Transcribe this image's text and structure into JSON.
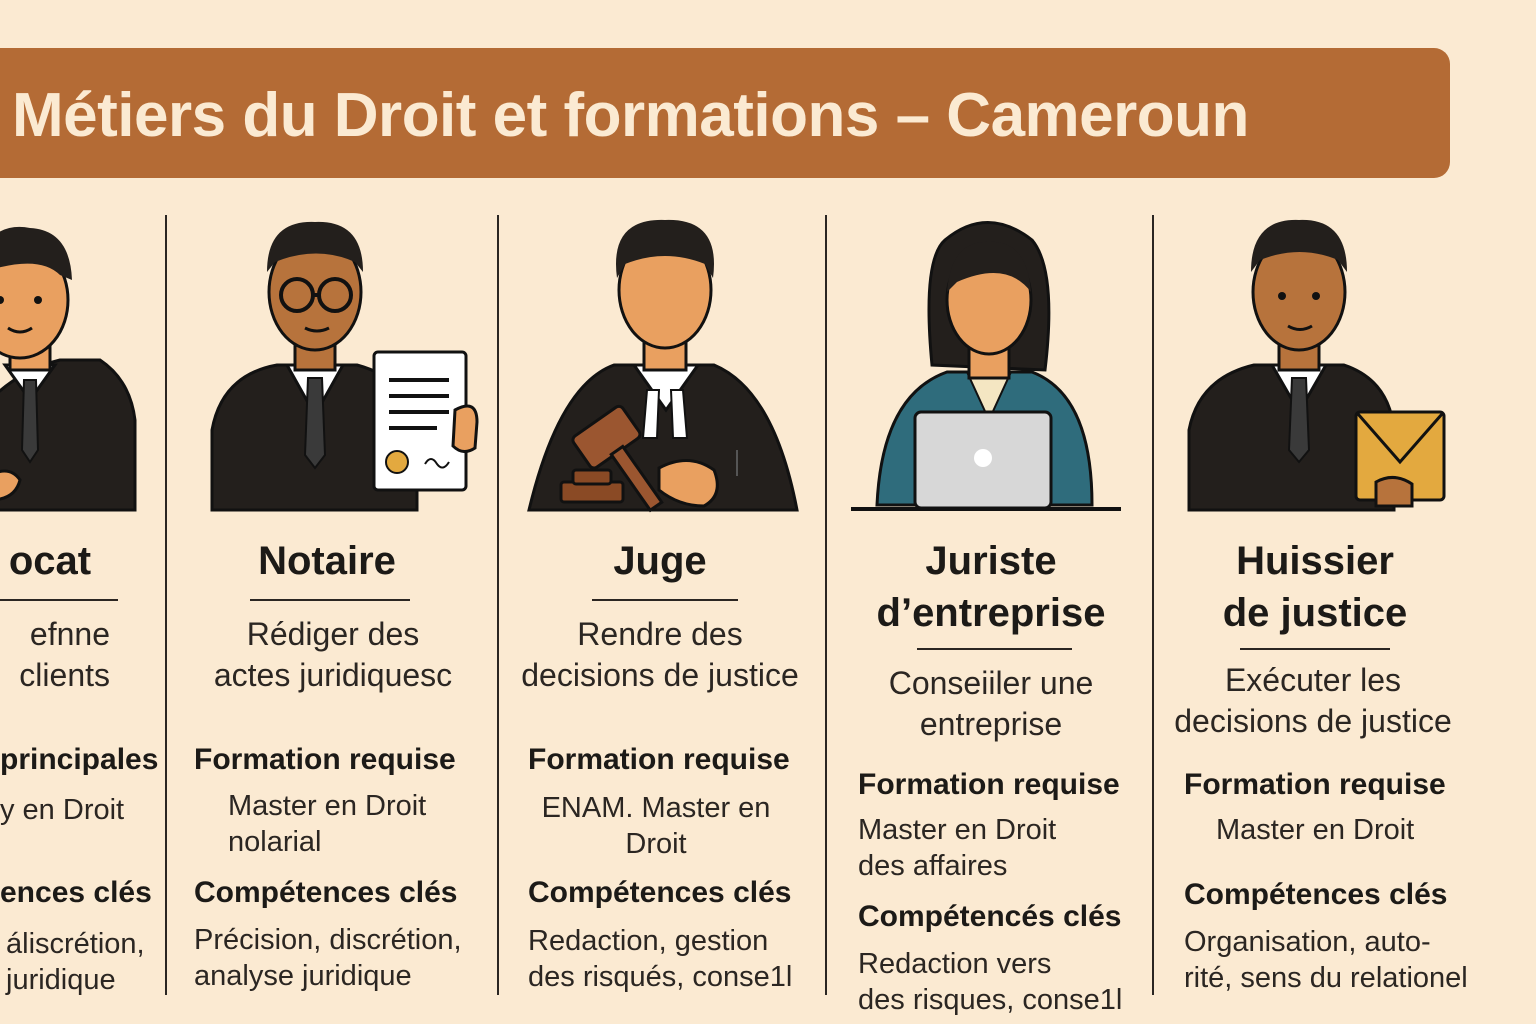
{
  "page": {
    "title": "Métiers du Droit et formations – Cameroun"
  },
  "professions": [
    {
      "title": "ocat",
      "description": "efnne\nclients",
      "formation_heading": "principales",
      "formation": "y en Droit",
      "skills_heading": "ences clés",
      "skills": "áliscrétion,\njuridique"
    },
    {
      "title": "Notaire",
      "description": "Rédiger des\nactes juridiquesc",
      "formation_heading": "Formation requise",
      "formation": "Master en Droit\nnolarial",
      "skills_heading": "Compétences clés",
      "skills": "Précision, discrétion,\nanalyse juridique"
    },
    {
      "title": "Juge",
      "description": "Rendre des\ndecisions de justice",
      "formation_heading": "Formation requise",
      "formation": "ENAM. Master en\nDroit",
      "skills_heading": "Compétences clés",
      "skills": "Redaction, gestion\ndes risqués, conse1l"
    },
    {
      "title": "Juriste\nd’entreprise",
      "description": "Conseiiler une\nentreprise",
      "formation_heading": "Formation requise",
      "formation": "Master en Droit\ndes affaires",
      "skills_heading": "Compétencés clés",
      "skills": "Redaction vers\ndes risques, conse1l"
    },
    {
      "title": "Huissier\nde justice",
      "description": "Exécuter les\ndecisions de justice",
      "formation_heading": "Formation requise",
      "formation": "Master en Droit",
      "skills_heading": "Compétences clés",
      "skills": "Organisation, auto-\nrité, sens du relationel"
    }
  ],
  "icons": [
    "lawyer-illustration",
    "notary-illustration",
    "judge-illustration",
    "corporate-lawyer-illustration",
    "bailiff-illustration"
  ],
  "colors": {
    "banner": "#b46b35",
    "background": "#fbead2",
    "skin": "#e9a060",
    "suit": "#231f1c",
    "blazer": "#2f6c7c"
  }
}
